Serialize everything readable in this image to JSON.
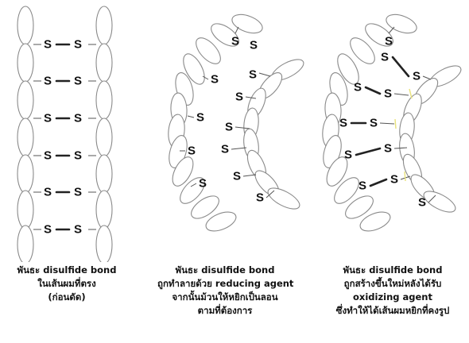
{
  "atom_label": "S",
  "colors": {
    "strand_stroke": "#8a8a8a",
    "bond": "#222222",
    "text": "#111111",
    "new_bond_mark": "#e9e27a"
  },
  "panels": [
    {
      "id": "straight",
      "caption": [
        "พันธะ disulfide bond",
        "ในเส้นผมที่ตรง",
        "(ก่อนดัด)"
      ]
    },
    {
      "id": "reduced",
      "caption": [
        "พันธะ disulfide bond",
        "ถูกทำลายด้วย reducing agent",
        "จากนั้นม้วนให้หยิกเป็นลอน",
        "ตามที่ต้องการ"
      ]
    },
    {
      "id": "oxidized",
      "caption": [
        "พันธะ disulfide bond",
        "ถูกสร้างขึ้นใหม่หลังได้รับ",
        "oxidizing agent",
        "ซึ่งทำให้ได้เส้นผมหยิกที่คงรูป"
      ]
    }
  ]
}
